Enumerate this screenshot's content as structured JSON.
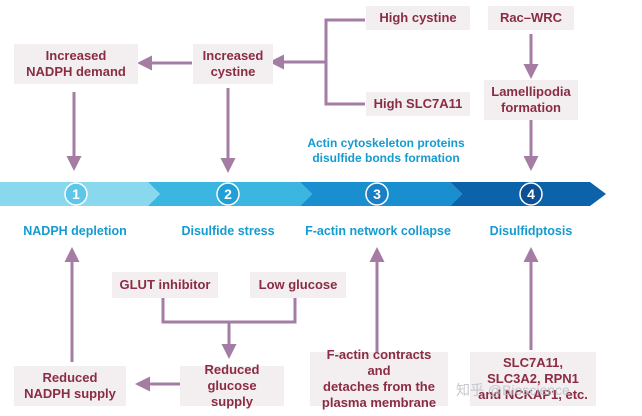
{
  "top": {
    "high_cystine": "High cystine",
    "high_slc7a11": "High SLC7A11",
    "increased_cystine": "Increased\ncystine",
    "increased_nadph_demand": "Increased\nNADPH demand",
    "rac_wrc": "Rac–WRC",
    "lamellipodia": "Lamellipodia\nformation",
    "actin_note": "Actin cytoskeleton proteins\ndisulfide bonds formation"
  },
  "stages": [
    {
      "number": "1",
      "label": "NADPH depletion"
    },
    {
      "number": "2",
      "label": "Disulfide stress"
    },
    {
      "number": "3",
      "label": "F-actin network collapse"
    },
    {
      "number": "4",
      "label": "Disulfidptosis"
    }
  ],
  "bottom": {
    "glut_inhibitor": "GLUT inhibitor",
    "low_glucose": "Low glucose",
    "reduced_glucose_supply": "Reduced\nglucose supply",
    "reduced_nadph_supply": "Reduced\nNADPH supply",
    "factin_contracts": "F-actin contracts and\ndetaches from the\nplasma membrane",
    "slc7a11_list": "SLC7A11,\nSLC3A2, RPN1\nand NCKAP1, etc."
  },
  "watermark": "知乎 @Bioscience",
  "colors": {
    "box_text": "#8a2c44",
    "box_bg": "#f3eef0",
    "arrow": "#a57ca4",
    "accent_blue": "#149bd0"
  }
}
